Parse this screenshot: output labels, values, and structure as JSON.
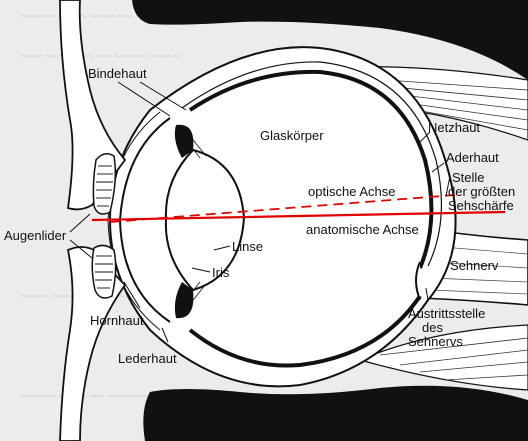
{
  "figure": {
    "background_color": "#ececec",
    "ink_color": "#111111",
    "axis_color": "#e00000"
  },
  "labels": {
    "bindehaut": "Bindehaut",
    "glaskoerper": "Glaskörper",
    "netzhaut": "Netzhaut",
    "aderhaut": "Aderhaut",
    "stelle": "Stelle",
    "der_groessten": "der größten",
    "sehschaerfe": "Sehschärfe",
    "optische_achse": "optische Achse",
    "augenlider": "Augenlider",
    "anatomische_achse": "anatomische Achse",
    "linse": "Linse",
    "iris": "Iris",
    "sehnerv": "Sehnerv",
    "hornhaut": "Hornhaut",
    "austrittsstelle": "Austrittsstelle",
    "des": "des",
    "sehnervs": "Sehnervs",
    "lederhaut": "Lederhaut"
  }
}
